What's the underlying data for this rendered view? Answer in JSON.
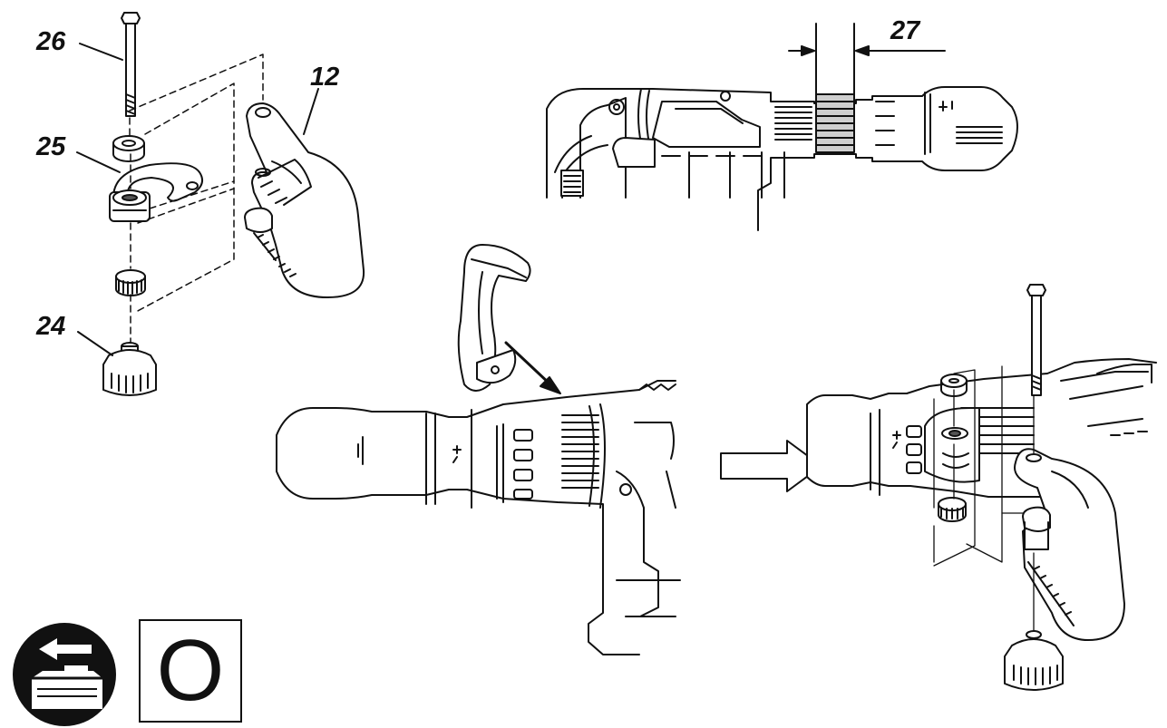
{
  "labels": {
    "part_26": "26",
    "part_12": "12",
    "part_25": "25",
    "part_24": "24",
    "part_27": "27"
  },
  "switch_symbol": "O",
  "icons": {
    "battery_remove": "battery-remove-icon",
    "direction_arrow": "arrow-right-icon"
  },
  "colors": {
    "line": "#111111",
    "fill": "#ffffff",
    "shade": "#cfcfcf"
  }
}
